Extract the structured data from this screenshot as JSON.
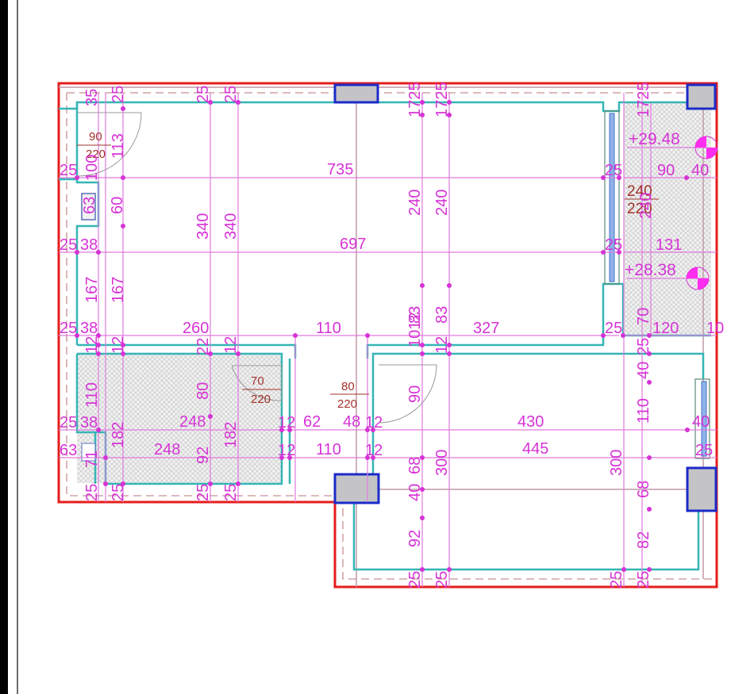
{
  "plan": {
    "colors": {
      "outline": "#e51d1d",
      "walls": "#36b5b5",
      "dimensions": "#d633d6",
      "door_labels": "#a2322a",
      "columns_fill": "#c4c4c7",
      "columns_stroke": "#1b2bc9"
    },
    "doors": {
      "entry": {
        "width": "90",
        "height": "220"
      },
      "bathroom": {
        "width": "70",
        "height": "220"
      },
      "hall": {
        "width": "80",
        "height": "220"
      },
      "balcony": {
        "width": "240",
        "height": "220"
      }
    },
    "levels": {
      "balcony_top": "+29.48",
      "balcony_bottom": "+28.38"
    },
    "dims": {
      "top_35": "35",
      "top_25a": "25",
      "top_25b": "25",
      "top_25c": "25",
      "top_1725a": "1725",
      "top_1725b": "1725",
      "top_1725c": "1725",
      "entry_113": "113",
      "left_25a": "25",
      "left_100": "100",
      "overall_735": "735",
      "bal_25a": "25",
      "bal_240v": "240",
      "bal_90": "90",
      "bal_40": "40",
      "niche_63": "63",
      "niche_60": "60",
      "mid_340a": "340",
      "mid_340b": "340",
      "mid_240a": "240",
      "mid_240b": "240",
      "left_25b": "25",
      "left_38a": "38",
      "inner_697": "697",
      "bal_25b": "25",
      "bal_131": "131",
      "left_167a": "167",
      "left_167b": "167",
      "left_25c": "25",
      "left_38b": "38",
      "row_260": "260",
      "row_110": "110",
      "v_1012": "1012",
      "v_83a": "83",
      "v_83b": "83",
      "row_327": "327",
      "bal_25c": "25",
      "bal_70": "70",
      "bal_120": "120",
      "bal_10": "10",
      "w_12a": "12",
      "w_12b": "12",
      "w_22": "22",
      "w_12c": "12",
      "w_12d": "12",
      "bath_110": "110",
      "bath_80": "80",
      "hall_90": "90",
      "room_25": "25",
      "room_40a": "40",
      "left_25d": "25",
      "left_38c": "38",
      "bath_182a": "182",
      "bath_248a": "248",
      "bath_182b": "182",
      "hall_12a": "12",
      "hall_62": "62",
      "hall_48": "48",
      "hall_12b": "12",
      "room_430": "430",
      "room_110": "110",
      "room_40b": "40",
      "left_63": "63",
      "left_71": "71",
      "bath_248b": "248",
      "bath_92": "92",
      "hall_12c": "12",
      "hall_110": "110",
      "hall_12d": "12",
      "room_68a": "68",
      "room_300a": "300",
      "room_445": "445",
      "room_300b": "300",
      "room_25b": "25",
      "bot_25a": "25",
      "bot_25b": "25",
      "bot_25c": "25",
      "bot_25d": "25",
      "room_40c": "40",
      "room_68b": "68",
      "room_92": "92",
      "room_82": "82",
      "bot2_25a": "25",
      "bot2_25b": "25",
      "bot2_25c": "25",
      "bot2_25d": "25"
    }
  }
}
